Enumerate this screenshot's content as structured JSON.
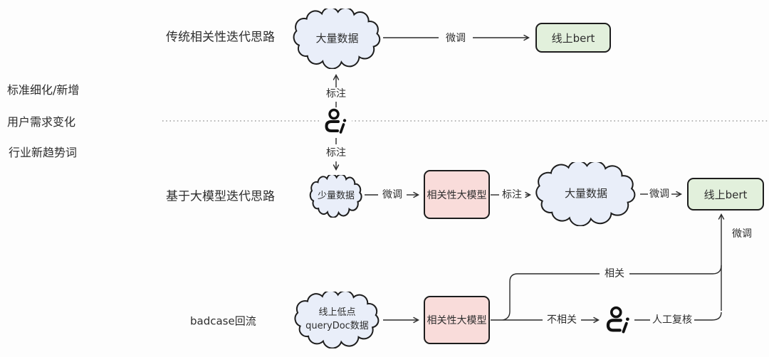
{
  "diagram": {
    "title_rows": {
      "row1_label": "传统相关性迭代思路",
      "row2_label": "基于大模型迭代思路",
      "row3_label": "badcase回流"
    },
    "side_labels": [
      "标准细化/新增",
      "用户需求变化",
      "行业新趋势词"
    ],
    "nodes": {
      "cloud_top": "大量数据",
      "bert_top": "线上bert",
      "cloud_small": "少量数据",
      "llm_mid": "相关性大模型",
      "cloud_big": "大量数据",
      "bert_mid": "线上bert",
      "cloud_bottom_line1": "线上低点",
      "cloud_bottom_line2": "queryDoc数据",
      "llm_bottom": "相关性大模型"
    },
    "edge_labels": {
      "finetune_top": "微调",
      "annotate_up": "标注",
      "annotate_down": "标注",
      "finetune_row2_a": "微调",
      "annotate_row2": "标注",
      "finetune_row2_b": "微调",
      "finetune_vertical": "微调",
      "relevant": "相关",
      "irrelevant": "不相关",
      "manual_review": "人工复核"
    },
    "icons": {
      "annotator_mid": "person-annotator",
      "annotator_bottom": "person-annotator"
    },
    "colors": {
      "cloud_fill": "#e9eef9",
      "green_fill": "#e2f0dc",
      "pink_fill": "#f9dcda",
      "line": "#2b2b2b",
      "text": "#2d2d2d",
      "bg": "#fdfdfd"
    }
  }
}
